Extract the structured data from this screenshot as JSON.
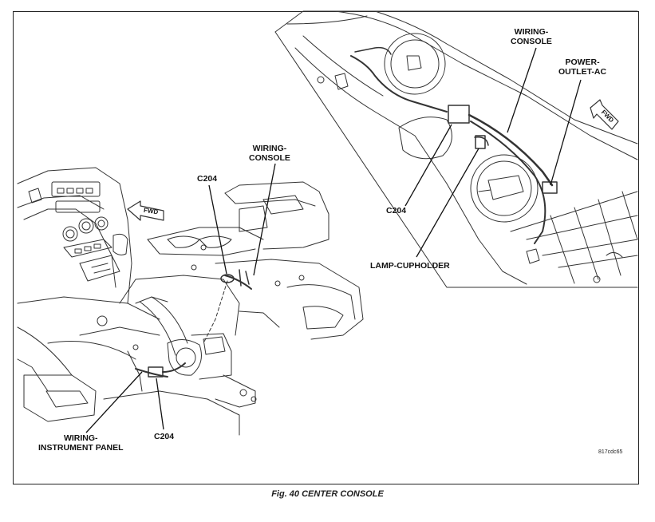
{
  "caption": "Fig. 40 CENTER CONSOLE",
  "reference_code": "817cdc65",
  "labels": {
    "wiring_console_main": "WIRING-\nCONSOLE",
    "c204_main_top": "C204",
    "wiring_instrument_panel": "WIRING-\nINSTRUMENT PANEL",
    "c204_main_bottom": "C204",
    "wiring_console_inset": "WIRING-\nCONSOLE",
    "power_outlet_ac": "POWER-\nOUTLET-AC",
    "c204_inset": "C204",
    "lamp_cupholder": "LAMP-CUPHOLDER",
    "fwd_main": "FWD",
    "fwd_inset": "FWD"
  }
}
